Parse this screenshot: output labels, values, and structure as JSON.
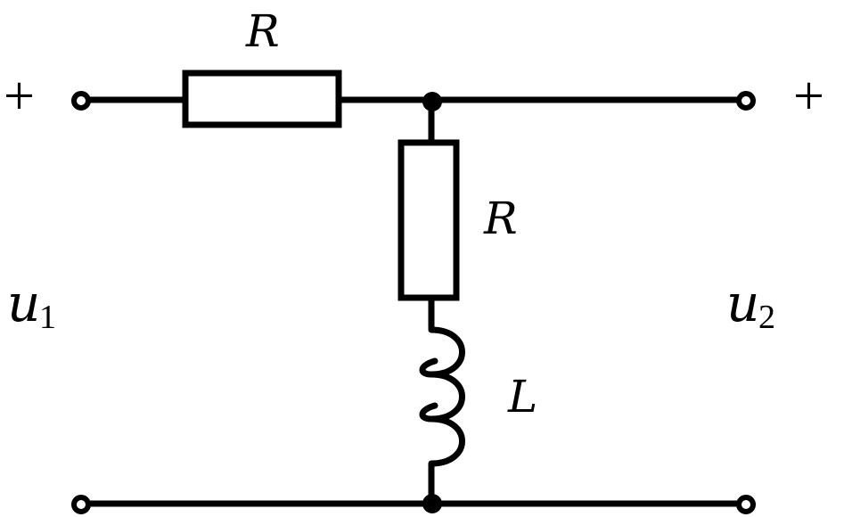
{
  "labels": {
    "series_resistor": "R",
    "shunt_resistor": "R",
    "shunt_inductor": "L",
    "input_voltage": "u",
    "input_voltage_sub": "1",
    "output_voltage": "u",
    "output_voltage_sub": "2",
    "input_plus": "+",
    "output_plus": "+"
  }
}
